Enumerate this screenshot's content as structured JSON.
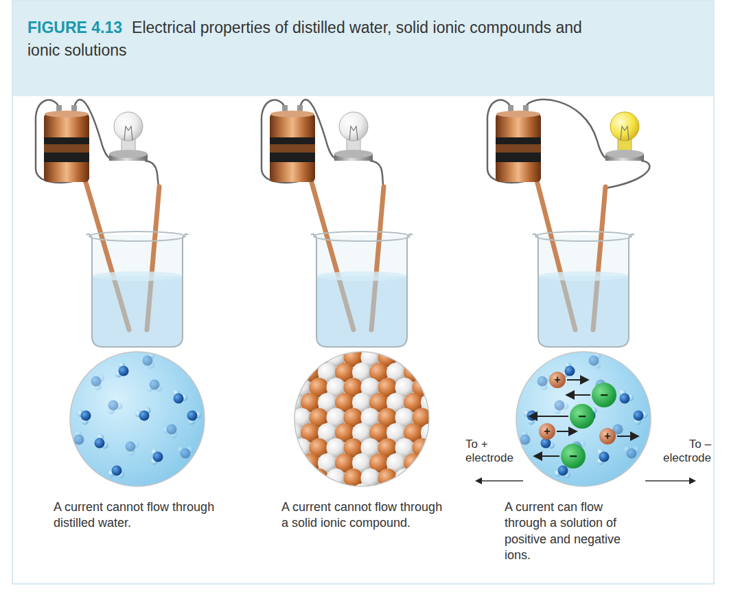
{
  "diagram": {
    "title": "Electrical properties of distilled water, solid ionic compounds and ionic solutions",
    "nodes": [
      {
        "text": [
          "+"
        ]
      },
      {
        "text": [
          "−"
        ]
      },
      {
        "text": [
          "−"
        ]
      },
      {
        "text": [
          "+"
        ]
      },
      {
        "text": [
          "+"
        ]
      },
      {
        "text": [
          "−"
        ]
      }
    ],
    "labels": [
      "FIGURE 4.13",
      "To + electrode",
      "To – electrode",
      "A current cannot flow through distilled water.",
      "A current cannot flow through a solid ionic compound.",
      "A current can flow through a solution of positive and negative ions."
    ]
  }
}
